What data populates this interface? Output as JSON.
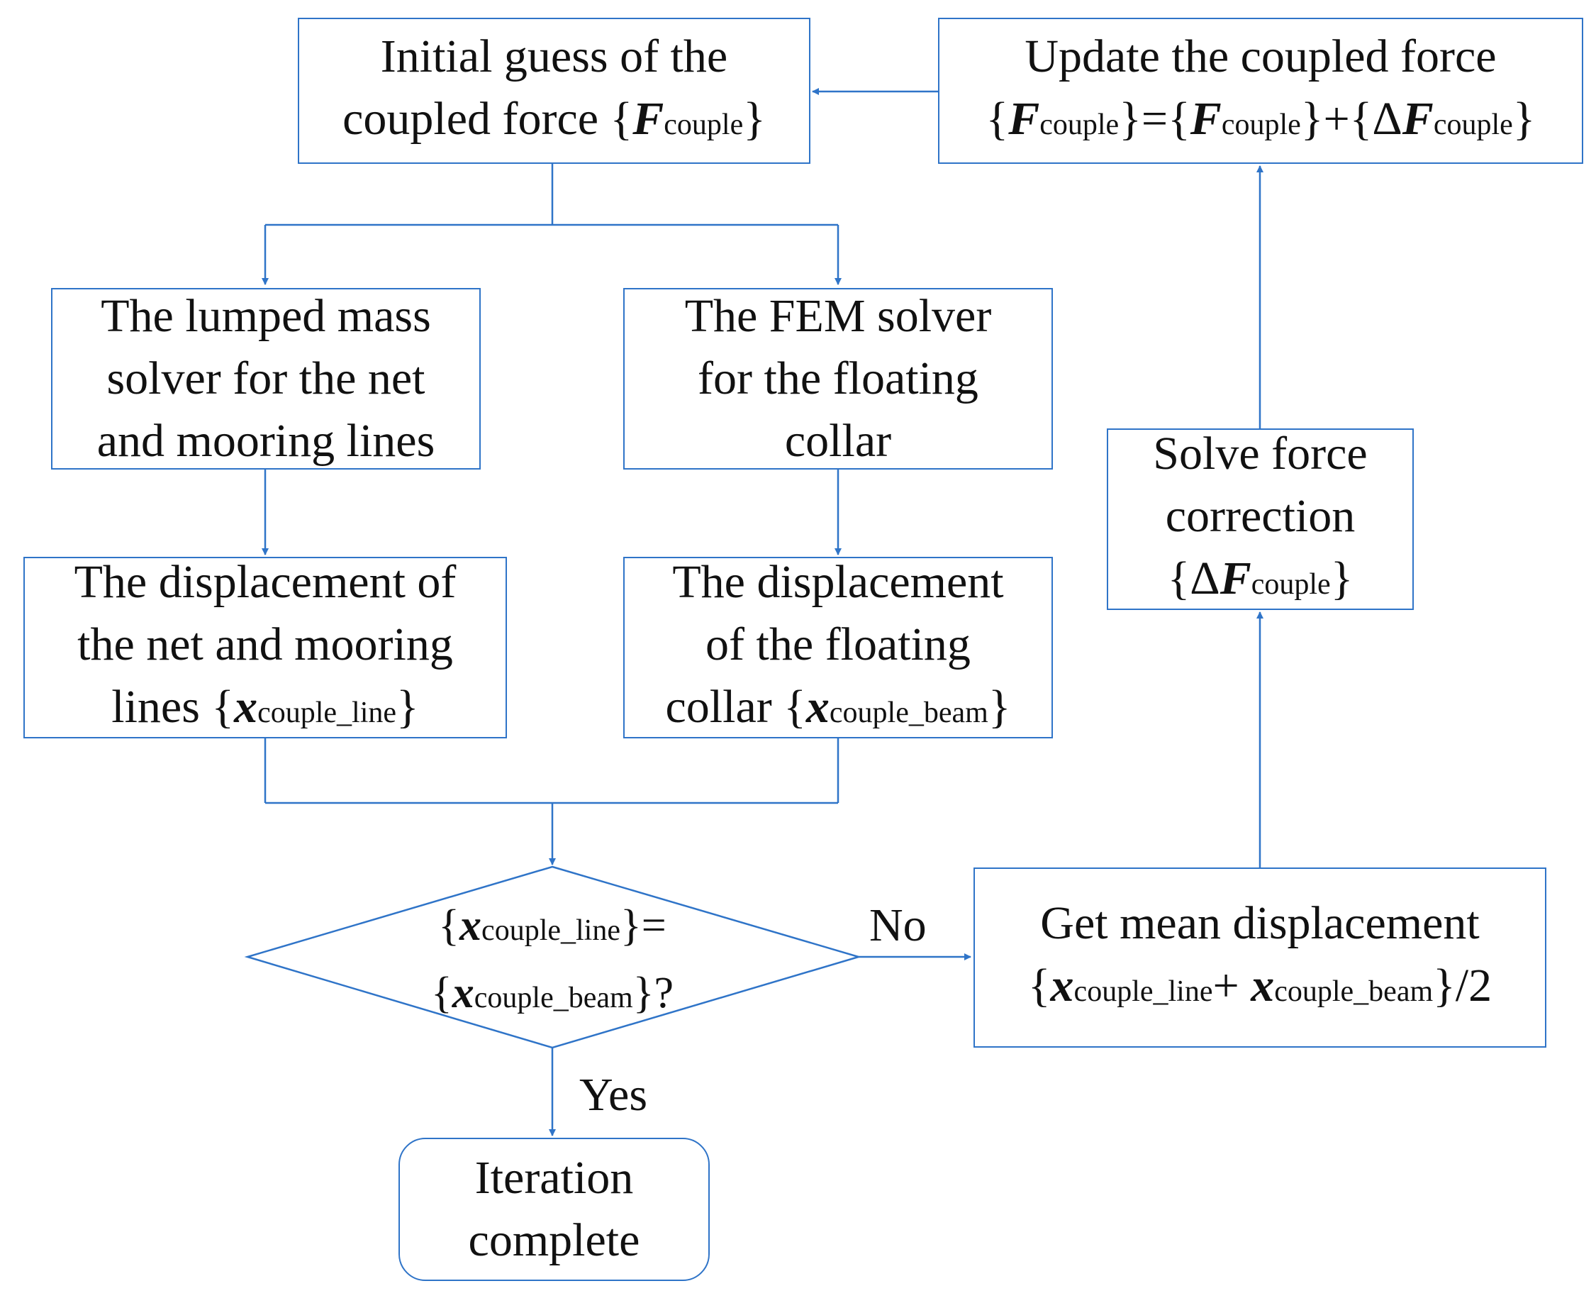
{
  "nodes": {
    "initial_guess": {
      "line1": "Initial guess of  the",
      "line2_prefix": "coupled force {",
      "F": "F",
      "F_sub": "couple",
      "close": "}"
    },
    "update_force": {
      "line1": "Update the coupled force",
      "open": "{",
      "F": "F",
      "F_sub": "couple",
      "mid": "}={",
      "F2": "F",
      "F2_sub": "couple",
      "plus": "}+{Δ",
      "F3": "F",
      "F3_sub": "couple",
      "close": "}"
    },
    "lumped_mass": {
      "line1": "The lumped mass",
      "line2": "solver for the net",
      "line3": "and mooring lines"
    },
    "fem_solver": {
      "line1": "The FEM solver",
      "line2": "for the floating",
      "line3": "collar"
    },
    "solve_correction": {
      "line1": "Solve force",
      "line2": "correction",
      "open": "{Δ",
      "F": "F",
      "F_sub": "couple",
      "close": "}"
    },
    "disp_net": {
      "line1": "The displacement  of",
      "line2": "the net and mooring",
      "line3_prefix": "lines  {",
      "x": "x",
      "x_sub": "couple_line",
      "close": "}"
    },
    "disp_collar": {
      "line1": "The displacement",
      "line2": "of the floating",
      "line3_prefix": "collar  {",
      "x": "x",
      "x_sub": "couple_beam",
      "close": "}"
    },
    "decision": {
      "l1_open": "{",
      "x1": "x",
      "x1_sub": "couple_line",
      "l1_close": "}=",
      "l2_open": "{",
      "x2": "x",
      "x2_sub": "couple_beam",
      "l2_close": "}?"
    },
    "mean_disp": {
      "line1": "Get mean displacement",
      "open": "{",
      "x1": "x",
      "x1_sub": "couple_line",
      "plus": "+ ",
      "x2": "x",
      "x2_sub": "couple_beam",
      "close": "}/2"
    },
    "complete": {
      "line1": "Iteration",
      "line2": "complete"
    }
  },
  "edge_labels": {
    "no": "No",
    "yes": "Yes"
  },
  "colors": {
    "stroke": "#2f74c8",
    "text": "#111111"
  }
}
